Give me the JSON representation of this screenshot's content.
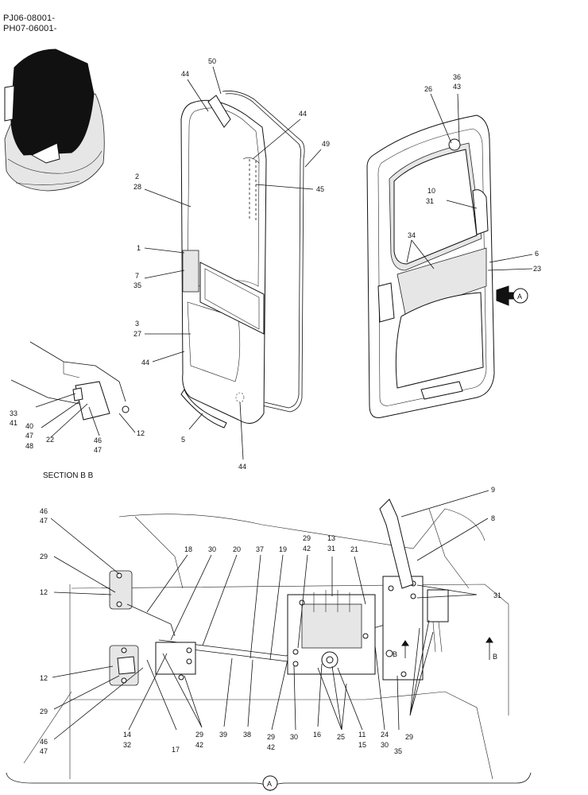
{
  "header": {
    "line1": "PJ06-08001-",
    "line2": "PH07-06001-"
  },
  "section_label": "SECTION B B",
  "view_marker_a": "A",
  "section_marker_b": "B",
  "callouts_top": {
    "c50": "50",
    "c44a": "44",
    "c44b": "44",
    "c49": "49",
    "c45": "45",
    "c2": "2",
    "c28": "28",
    "c1": "1",
    "c7": "7",
    "c35": "35",
    "c3": "3",
    "c27": "27",
    "c44c": "44",
    "c5": "5",
    "c44d": "44",
    "c36": "36",
    "c43": "43",
    "c26": "26",
    "c10": "10",
    "c31": "31",
    "c34": "34",
    "c6": "6",
    "c23": "23",
    "c33": "33",
    "c41": "41",
    "c40": "40",
    "c47a": "47",
    "c48": "48",
    "c22": "22",
    "c46": "46",
    "c47b": "47",
    "c12": "12"
  },
  "callouts_bottom": {
    "c9": "9",
    "c8": "8",
    "c46": "46",
    "c47": "47",
    "c29a": "29",
    "c12a": "12",
    "c18": "18",
    "c30a": "30",
    "c20": "20",
    "c37": "37",
    "c19": "19",
    "c29b": "29",
    "c42a": "42",
    "c13": "13",
    "c31a": "31",
    "c21": "21",
    "c31b": "31",
    "c12b": "12",
    "c29c": "29",
    "c46b": "46",
    "c47b": "47",
    "c14": "14",
    "c32": "32",
    "c17": "17",
    "c29d": "29",
    "c42b": "42",
    "c39": "39",
    "c38": "38",
    "c29e": "29",
    "c42c": "42",
    "c30b": "30",
    "c16": "16",
    "c25": "25",
    "c11": "11",
    "c15": "15",
    "c24": "24",
    "c30c": "30",
    "c35": "35",
    "c29f": "29"
  }
}
